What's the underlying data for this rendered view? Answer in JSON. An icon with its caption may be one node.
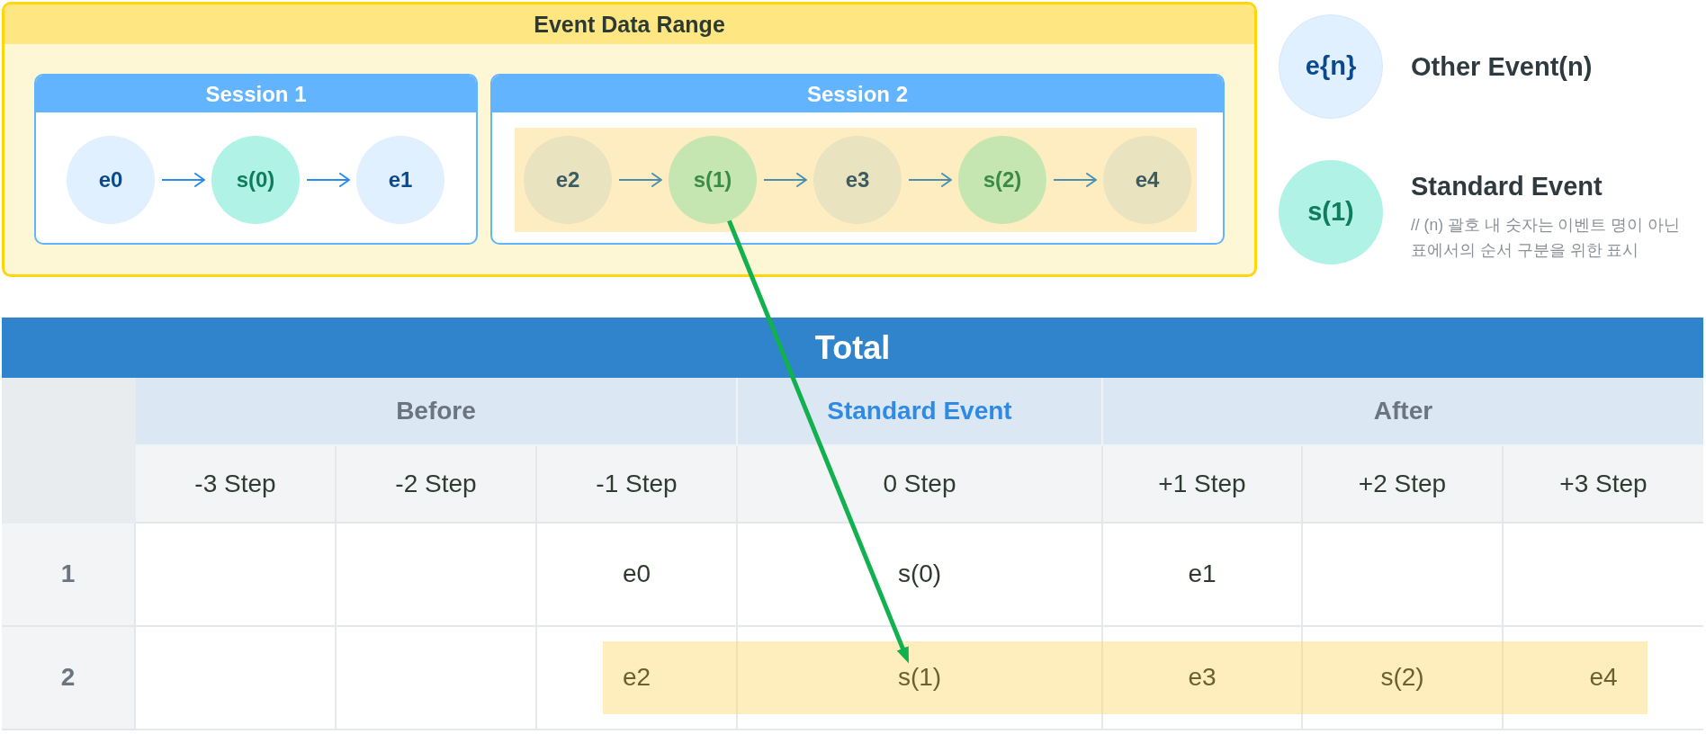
{
  "diagram": {
    "nodes": [
      {
        "text": [
          "Event Data Range"
        ]
      },
      {
        "text": [
          "Session 1"
        ],
        "in": 0
      },
      {
        "text": [
          "e0"
        ],
        "in": 1
      },
      {
        "text": [
          "s(0)"
        ],
        "in": 1
      },
      {
        "text": [
          "e1"
        ],
        "in": 1
      },
      {
        "text": [
          "Session 2"
        ],
        "in": 0
      },
      {
        "text": [
          "e2"
        ],
        "in": 5
      },
      {
        "text": [
          "s(1)"
        ],
        "in": 5
      },
      {
        "text": [
          "e3"
        ],
        "in": 5
      },
      {
        "text": [
          "s(2)"
        ],
        "in": 5
      },
      {
        "text": [
          "e4"
        ],
        "in": 5
      },
      {
        "text": [
          "e{n}"
        ],
        "beside": [
          "Other Event(n)"
        ]
      },
      {
        "text": [
          "s(1)"
        ],
        "beside": [
          "Standard Event",
          "// (n) 괄호 내 숫자는 이벤트 명이 아닌 표에서의 순서 구분을 위한 표시"
        ]
      },
      {
        "text": [
          "Total"
        ]
      },
      {
        "text": [
          "s(1)"
        ],
        "in": 13
      }
    ],
    "edges": [
      {
        "from": 2,
        "to": 3,
        "arrow": "to",
        "color": "#2b8ce8"
      },
      {
        "from": 3,
        "to": 4,
        "arrow": "to",
        "color": "#2b8ce8"
      },
      {
        "from": 6,
        "to": 7,
        "arrow": "to"
      },
      {
        "from": 7,
        "to": 8,
        "arrow": "to"
      },
      {
        "from": 8,
        "to": 9,
        "arrow": "to"
      },
      {
        "from": 9,
        "to": 10,
        "arrow": "to"
      },
      {
        "from": 7,
        "to": 14,
        "arrow": "to",
        "style": "thick",
        "color": "#12b04f"
      }
    ],
    "labels": [
      "Before",
      "Standard Event",
      "After",
      "-3 Step",
      "-2 Step",
      "-1 Step",
      "0 Step",
      "+1 Step",
      "+2 Step",
      "+3 Step",
      "1",
      "e0",
      "s(0)",
      "e1",
      "2",
      "e2",
      "e3",
      "s(2)",
      "e4"
    ]
  }
}
